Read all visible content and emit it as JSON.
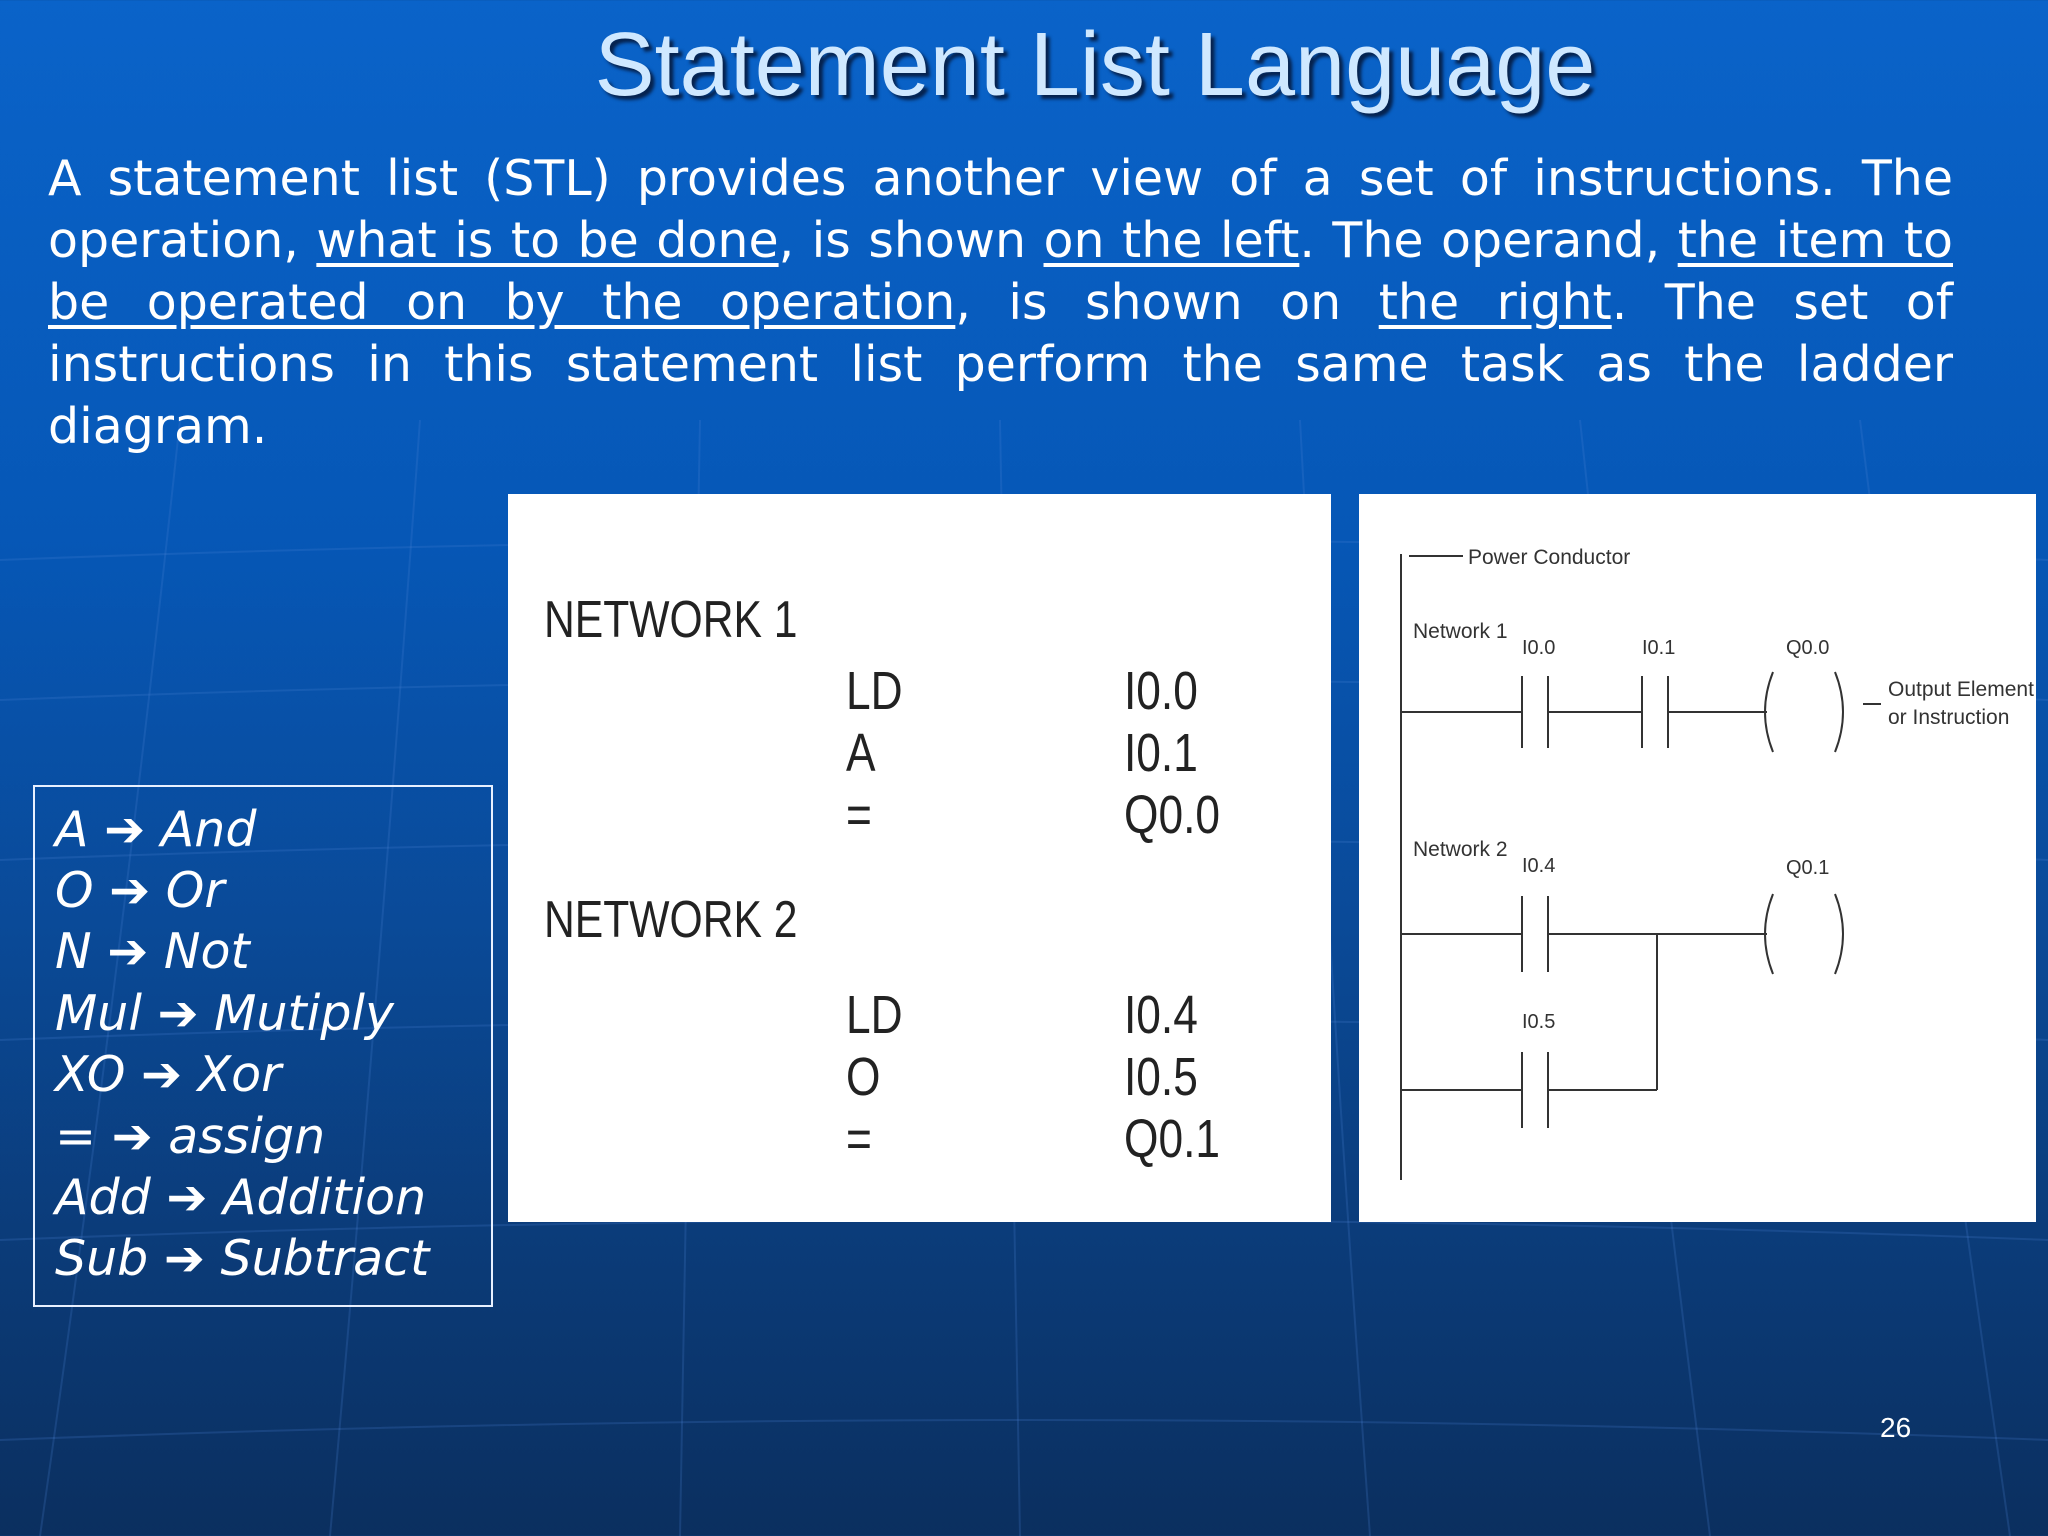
{
  "slide": {
    "title": "Statement List Language",
    "page_number": "26",
    "paragraph": {
      "p1": "A statement list (STL) provides another view of a set of instructions. The operation, ",
      "u1": "what is to be done",
      "p2": ", is shown ",
      "u2": "on the left",
      "p3": ". The operand, ",
      "u3": "the item to be operated on by the operation",
      "p4": ", is shown on ",
      "u4": "the right",
      "p5": ".  The set of instructions in this statement list perform the same task as the ladder diagram."
    }
  },
  "statement_list": {
    "network1": {
      "label": "NETWORK 1",
      "rows": [
        {
          "op": "LD",
          "operand": "I0.0"
        },
        {
          "op": "A",
          "operand": "I0.1"
        },
        {
          "op": "=",
          "operand": "Q0.0"
        }
      ]
    },
    "network2": {
      "label": "NETWORK 2",
      "rows": [
        {
          "op": "LD",
          "operand": "I0.4"
        },
        {
          "op": "O",
          "operand": "I0.5"
        },
        {
          "op": "=",
          "operand": "Q0.1"
        }
      ]
    }
  },
  "ladder": {
    "power_conductor": "Power Conductor",
    "network1_label": "Network 1",
    "network2_label": "Network 2",
    "contact_i00": "I0.0",
    "contact_i01": "I0.1",
    "coil_q00": "Q0.0",
    "contact_i04": "I0.4",
    "contact_i05": "I0.5",
    "coil_q01": "Q0.1",
    "output_line1": "Output Element",
    "output_line2": "or Instruction"
  },
  "legend": {
    "items": [
      {
        "abbr": "A",
        "meaning": "And"
      },
      {
        "abbr": "O ",
        "meaning": "Or"
      },
      {
        "abbr": "N ",
        "meaning": "Not"
      },
      {
        "abbr": "Mul ",
        "meaning": "Mutiply"
      },
      {
        "abbr": "XO ",
        "meaning": "Xor"
      },
      {
        "abbr": "= ",
        "meaning": "assign"
      },
      {
        "abbr": "Add ",
        "meaning": "Addition"
      },
      {
        "abbr": "Sub ",
        "meaning": "Subtract"
      }
    ]
  }
}
